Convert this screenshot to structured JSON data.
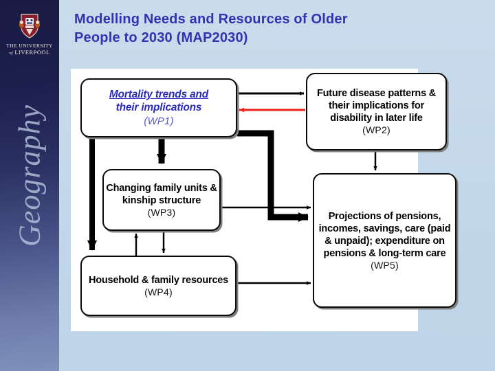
{
  "slide": {
    "title_line1": "Modelling Needs and Resources of Older",
    "title_line2": "People to 2030 (MAP2030)",
    "title_color": "#3333b0",
    "background_color": "#c5daea"
  },
  "sidebar": {
    "background_color": "#1c1e4c",
    "logo": {
      "icon": "university-crest-icon",
      "line1": "THE UNIVERSITY",
      "line2_small": "of",
      "line2": "LIVERPOOL"
    },
    "department_watermark": "Geography",
    "watermark_color": "#b9c4de"
  },
  "diagram": {
    "panel_background": "#ffffff",
    "boxes": [
      {
        "id": "wp1",
        "title_underlined": "Mortality trends and",
        "title_rest": "their implications",
        "code": "(WP1)",
        "text_color": "#2b2bbb"
      },
      {
        "id": "wp2",
        "title": "Future disease patterns & their implications for disability in later life",
        "code": "(WP2)",
        "text_color": "#000000"
      },
      {
        "id": "wp3",
        "title": "Changing family units & kinship structure",
        "code": "(WP3)",
        "text_color": "#000000"
      },
      {
        "id": "wp4",
        "title": "Household & family resources",
        "code": "(WP4)",
        "text_color": "#000000"
      },
      {
        "id": "wp5",
        "title": "Projections of pensions, incomes, savings, care (paid & unpaid); expenditure on pensions & long-term care",
        "code": "(WP5)",
        "text_color": "#000000"
      }
    ],
    "connectors": [
      {
        "name": "wp1-to-wp2",
        "from": "WP1",
        "to": "WP2",
        "style": "thin-black",
        "color": "#000000"
      },
      {
        "name": "wp2-to-wp1",
        "from": "WP2",
        "to": "WP1",
        "style": "thin-red",
        "color": "#e8221c"
      },
      {
        "name": "wp1-to-wp5",
        "from": "WP1",
        "to": "WP5",
        "style": "thick-black-elbow",
        "color": "#000000"
      },
      {
        "name": "wp1-to-wp3",
        "from": "WP1",
        "to": "WP3",
        "style": "thick-black",
        "color": "#000000"
      },
      {
        "name": "wp1-to-wp4",
        "from": "WP1",
        "to": "WP4",
        "style": "thick-black",
        "color": "#000000"
      },
      {
        "name": "wp3-to-wp4",
        "from": "WP3",
        "to": "WP4",
        "style": "thin-black",
        "color": "#000000"
      },
      {
        "name": "wp4-to-wp3",
        "from": "WP4",
        "to": "WP3",
        "style": "thin-black",
        "color": "#000000"
      },
      {
        "name": "wp2-to-wp5",
        "from": "WP2",
        "to": "WP5",
        "style": "thin-black",
        "color": "#000000"
      },
      {
        "name": "wp3-to-wp5",
        "from": "WP3",
        "to": "WP5",
        "style": "thin-black",
        "color": "#000000"
      },
      {
        "name": "wp4-to-wp5",
        "from": "WP4",
        "to": "WP5",
        "style": "thin-black",
        "color": "#000000"
      }
    ]
  }
}
